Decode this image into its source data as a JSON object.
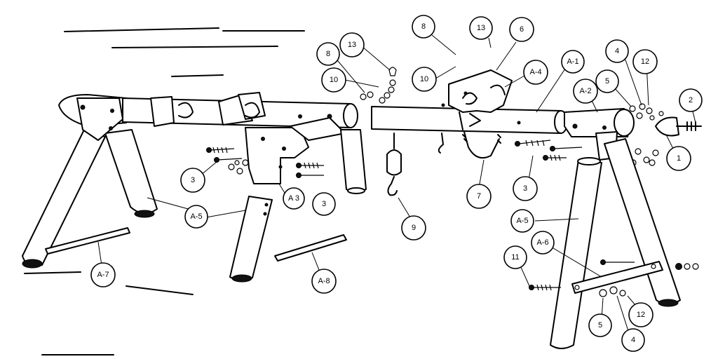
{
  "diagram": {
    "callouts": {
      "c8_top": "8",
      "c13_top": "13",
      "c6": "6",
      "c8_left": "8",
      "c13_left": "13",
      "c10_left": "10",
      "c10_mid": "10",
      "cA4": "A-4",
      "cA1": "A-1",
      "c4_top": "4",
      "c12_top": "12",
      "c5_top": "5",
      "cA2": "A-2",
      "c2": "2",
      "c1": "1",
      "c3_left": "3",
      "cA3": "A 3",
      "c3_mid": "3",
      "cA5_left": "A-5",
      "c9": "9",
      "c7": "7",
      "c3_right": "3",
      "cA5_right": "A-5",
      "cA6": "A-6",
      "c11": "11",
      "c5_bottom": "5",
      "c4_bottom": "4",
      "c12_bottom": "12",
      "cA7": "A-7",
      "cA8": "A-8"
    }
  }
}
